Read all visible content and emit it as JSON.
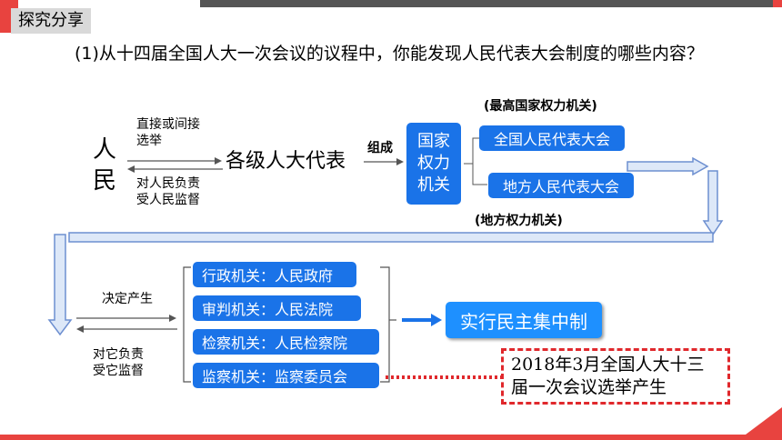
{
  "header": {
    "tag": "探究分享"
  },
  "question": {
    "text": "(1)从十四届全国人大一次会议的议程中，你能发现人民代表大会制度的哪些内容？"
  },
  "diagram": {
    "people": "人民",
    "elect_label_1": "直接或间接",
    "elect_label_2": "选举",
    "responsible_label_1": "对人民负责",
    "responsible_label_2": "受人民监督",
    "deputies": "各级人大代表",
    "compose": "组成",
    "organ": "国家权力机关",
    "top_label": "(最高国家权力机关)",
    "npc": "全国人民代表大会",
    "local_npc": "地方人民代表大会",
    "local_label": "(地方权力机关)",
    "decide_label": "决定产生",
    "responsible_back_1": "对它负责",
    "responsible_back_2": "受它监督",
    "organs": [
      "行政机关：人民政府",
      "审判机关：人民法院",
      "检察机关：人民检察院",
      "监察机关：监察委员会"
    ],
    "principle": "实行民主集中制",
    "note": "2018年3月全国人大十三届一次会议选举产生"
  }
}
